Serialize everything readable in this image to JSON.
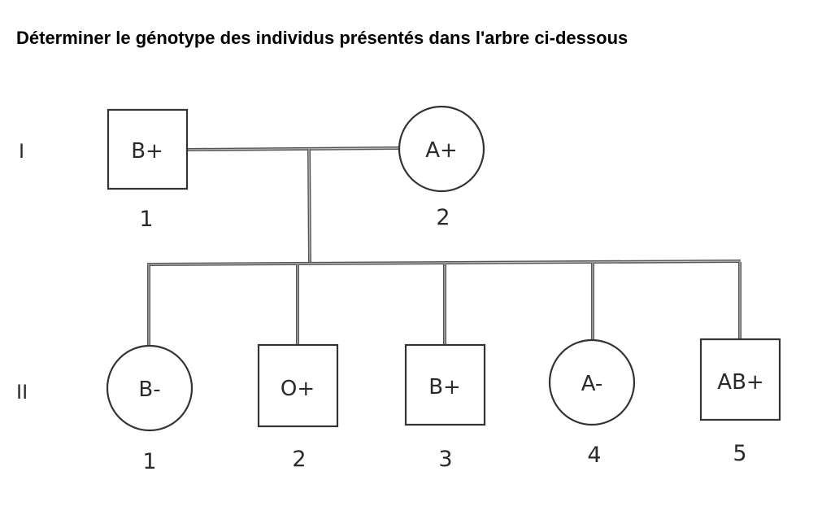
{
  "title": "Déterminer le génotype des individus présentés dans l'arbre ci-dessous",
  "generations": [
    {
      "label": "I",
      "individuals": [
        {
          "number": "1",
          "shape": "square",
          "phenotype": "B+"
        },
        {
          "number": "2",
          "shape": "circle",
          "phenotype": "A+"
        }
      ]
    },
    {
      "label": "II",
      "individuals": [
        {
          "number": "1",
          "shape": "circle",
          "phenotype": "B-"
        },
        {
          "number": "2",
          "shape": "square",
          "phenotype": "O+"
        },
        {
          "number": "3",
          "shape": "square",
          "phenotype": "B+"
        },
        {
          "number": "4",
          "shape": "circle",
          "phenotype": "A-"
        },
        {
          "number": "5",
          "shape": "square",
          "phenotype": "AB+"
        }
      ]
    }
  ]
}
